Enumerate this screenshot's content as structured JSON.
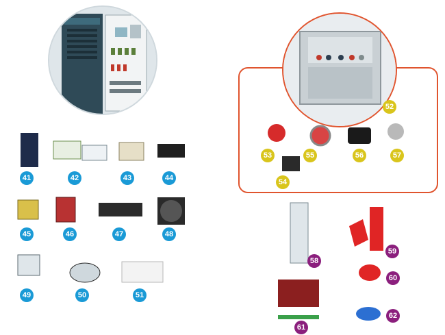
{
  "colors": {
    "badge_blue": "#1a9ad6",
    "badge_yellow": "#d9c51c",
    "badge_purple": "#8b1f7d",
    "panel_border": "#e0542e"
  },
  "badges": {
    "b41": "41",
    "b42": "42",
    "b43": "43",
    "b44": "44",
    "b45": "45",
    "b46": "46",
    "b47": "47",
    "b48": "48",
    "b49": "49",
    "b50": "50",
    "b51": "51",
    "b52": "52",
    "b53": "53",
    "b54": "54",
    "b55": "55",
    "b56": "56",
    "b57": "57",
    "b58": "58",
    "b59": "59",
    "b60": "60",
    "b61": "61",
    "b62": "62"
  }
}
